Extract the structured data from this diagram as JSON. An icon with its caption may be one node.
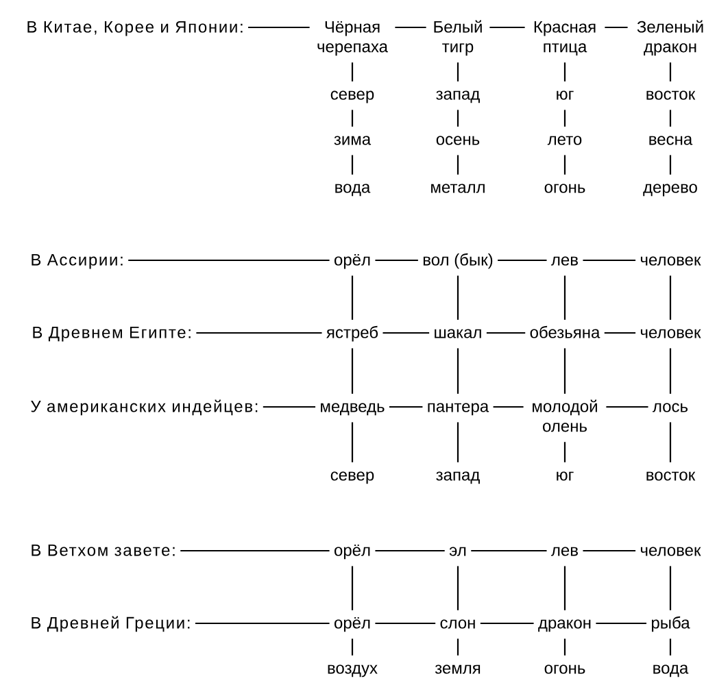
{
  "diagram": {
    "nodes": [
      {
        "text": [
          "В Китае, Корее и Японии:"
        ]
      },
      {
        "text": [
          "Чёрная черепаха"
        ]
      },
      {
        "text": [
          "Белый тигр"
        ]
      },
      {
        "text": [
          "Красная птица"
        ]
      },
      {
        "text": [
          "Зеленый дракон"
        ]
      },
      {
        "text": [
          "север"
        ]
      },
      {
        "text": [
          "запад"
        ]
      },
      {
        "text": [
          "юг"
        ]
      },
      {
        "text": [
          "восток"
        ]
      },
      {
        "text": [
          "зима"
        ]
      },
      {
        "text": [
          "осень"
        ]
      },
      {
        "text": [
          "лето"
        ]
      },
      {
        "text": [
          "весна"
        ]
      },
      {
        "text": [
          "вода"
        ]
      },
      {
        "text": [
          "металл"
        ]
      },
      {
        "text": [
          "огонь"
        ]
      },
      {
        "text": [
          "дерево"
        ]
      },
      {
        "text": [
          "В Ассирии:"
        ]
      },
      {
        "text": [
          "орёл"
        ]
      },
      {
        "text": [
          "вол (бык)"
        ]
      },
      {
        "text": [
          "лев"
        ]
      },
      {
        "text": [
          "человек"
        ]
      },
      {
        "text": [
          "В Древнем Египте:"
        ]
      },
      {
        "text": [
          "ястреб"
        ]
      },
      {
        "text": [
          "шакал"
        ]
      },
      {
        "text": [
          "обезьяна"
        ]
      },
      {
        "text": [
          "человек"
        ]
      },
      {
        "text": [
          "У американских индейцев:"
        ]
      },
      {
        "text": [
          "медведь"
        ]
      },
      {
        "text": [
          "пантера"
        ]
      },
      {
        "text": [
          "молодой олень"
        ]
      },
      {
        "text": [
          "лось"
        ]
      },
      {
        "text": [
          "север"
        ]
      },
      {
        "text": [
          "запад"
        ]
      },
      {
        "text": [
          "юг"
        ]
      },
      {
        "text": [
          "восток"
        ]
      },
      {
        "text": [
          "В Ветхом завете:"
        ]
      },
      {
        "text": [
          "орёл"
        ]
      },
      {
        "text": [
          "эл"
        ]
      },
      {
        "text": [
          "лев"
        ]
      },
      {
        "text": [
          "человек"
        ]
      },
      {
        "text": [
          "В Древней Греции:"
        ]
      },
      {
        "text": [
          "орёл"
        ]
      },
      {
        "text": [
          "слон"
        ]
      },
      {
        "text": [
          "дракон"
        ]
      },
      {
        "text": [
          "рыба"
        ]
      },
      {
        "text": [
          "воздух"
        ]
      },
      {
        "text": [
          "земля"
        ]
      },
      {
        "text": [
          "огонь"
        ]
      },
      {
        "text": [
          "вода"
        ]
      }
    ],
    "edges": [
      {
        "from": 0,
        "to": 1,
        "arrow": "none"
      },
      {
        "from": 1,
        "to": 2,
        "arrow": "none"
      },
      {
        "from": 2,
        "to": 3,
        "arrow": "none"
      },
      {
        "from": 3,
        "to": 4,
        "arrow": "none"
      },
      {
        "from": 1,
        "to": 5,
        "arrow": "none"
      },
      {
        "from": 5,
        "to": 9,
        "arrow": "none"
      },
      {
        "from": 9,
        "to": 13,
        "arrow": "none"
      },
      {
        "from": 2,
        "to": 6,
        "arrow": "none"
      },
      {
        "from": 6,
        "to": 10,
        "arrow": "none"
      },
      {
        "from": 10,
        "to": 14,
        "arrow": "none"
      },
      {
        "from": 3,
        "to": 7,
        "arrow": "none"
      },
      {
        "from": 7,
        "to": 11,
        "arrow": "none"
      },
      {
        "from": 11,
        "to": 15,
        "arrow": "none"
      },
      {
        "from": 4,
        "to": 8,
        "arrow": "none"
      },
      {
        "from": 8,
        "to": 12,
        "arrow": "none"
      },
      {
        "from": 12,
        "to": 16,
        "arrow": "none"
      },
      {
        "from": 17,
        "to": 18,
        "arrow": "none"
      },
      {
        "from": 18,
        "to": 19,
        "arrow": "none"
      },
      {
        "from": 19,
        "to": 20,
        "arrow": "none"
      },
      {
        "from": 20,
        "to": 21,
        "arrow": "none"
      },
      {
        "from": 18,
        "to": 23,
        "arrow": "none"
      },
      {
        "from": 19,
        "to": 24,
        "arrow": "none"
      },
      {
        "from": 20,
        "to": 25,
        "arrow": "none"
      },
      {
        "from": 21,
        "to": 26,
        "arrow": "none"
      },
      {
        "from": 22,
        "to": 23,
        "arrow": "none"
      },
      {
        "from": 23,
        "to": 24,
        "arrow": "none"
      },
      {
        "from": 24,
        "to": 25,
        "arrow": "none"
      },
      {
        "from": 25,
        "to": 26,
        "arrow": "none"
      },
      {
        "from": 23,
        "to": 28,
        "arrow": "none"
      },
      {
        "from": 24,
        "to": 29,
        "arrow": "none"
      },
      {
        "from": 25,
        "to": 30,
        "arrow": "none"
      },
      {
        "from": 26,
        "to": 31,
        "arrow": "none"
      },
      {
        "from": 27,
        "to": 28,
        "arrow": "none"
      },
      {
        "from": 28,
        "to": 29,
        "arrow": "none"
      },
      {
        "from": 29,
        "to": 30,
        "arrow": "none"
      },
      {
        "from": 30,
        "to": 31,
        "arrow": "none"
      },
      {
        "from": 28,
        "to": 32,
        "arrow": "none"
      },
      {
        "from": 29,
        "to": 33,
        "arrow": "none"
      },
      {
        "from": 30,
        "to": 34,
        "arrow": "none"
      },
      {
        "from": 31,
        "to": 35,
        "arrow": "none"
      },
      {
        "from": 36,
        "to": 37,
        "arrow": "none"
      },
      {
        "from": 37,
        "to": 38,
        "arrow": "none"
      },
      {
        "from": 38,
        "to": 39,
        "arrow": "none"
      },
      {
        "from": 39,
        "to": 40,
        "arrow": "none"
      },
      {
        "from": 37,
        "to": 42,
        "arrow": "none"
      },
      {
        "from": 38,
        "to": 43,
        "arrow": "none"
      },
      {
        "from": 39,
        "to": 44,
        "arrow": "none"
      },
      {
        "from": 40,
        "to": 45,
        "arrow": "none"
      },
      {
        "from": 41,
        "to": 42,
        "arrow": "none"
      },
      {
        "from": 42,
        "to": 43,
        "arrow": "none"
      },
      {
        "from": 43,
        "to": 44,
        "arrow": "none"
      },
      {
        "from": 44,
        "to": 45,
        "arrow": "none"
      },
      {
        "from": 42,
        "to": 46,
        "arrow": "none"
      },
      {
        "from": 43,
        "to": 47,
        "arrow": "none"
      },
      {
        "from": 44,
        "to": 48,
        "arrow": "none"
      },
      {
        "from": 45,
        "to": 49,
        "arrow": "none"
      }
    ]
  }
}
